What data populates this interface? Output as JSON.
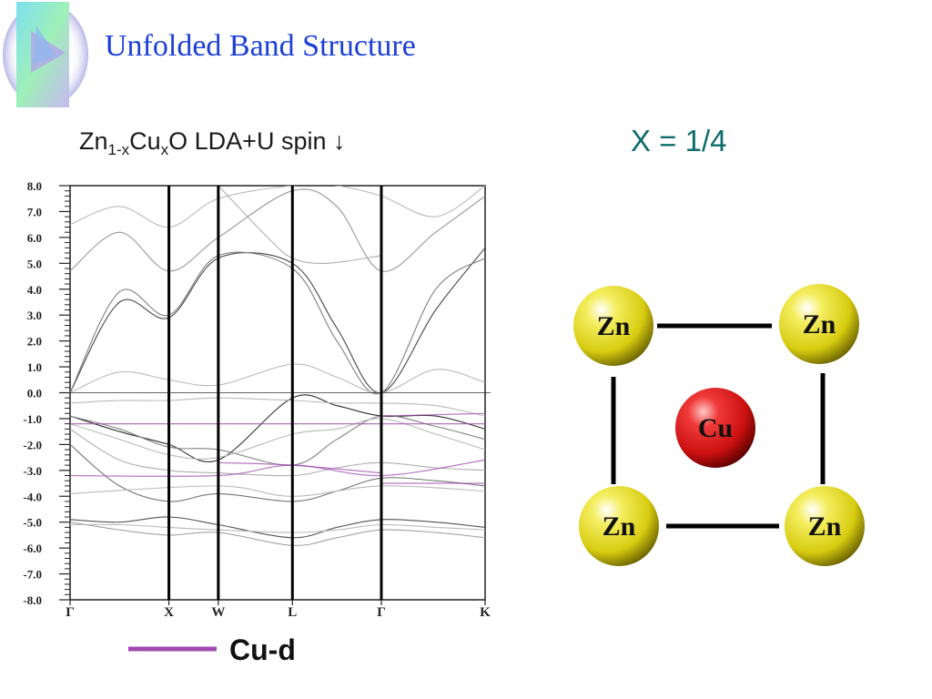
{
  "slide": {
    "title": "Unfolded Band Structure",
    "subtitle_parts": [
      "Zn",
      "1-x",
      "Cu",
      "x",
      "O LDA+U spin ↓"
    ],
    "concentration_label": "X = 1/4"
  },
  "colors": {
    "title": "#1b3fd8",
    "concentration": "#0f6b6b",
    "cu_d": "#a04ab0",
    "zn_atom": "#e6dc1e",
    "cu_atom": "#dd1f1f"
  },
  "chart_data": {
    "type": "line",
    "ylim": [
      -8.0,
      8.0
    ],
    "yticks": [
      8.0,
      7.0,
      6.0,
      5.0,
      4.0,
      3.0,
      2.0,
      1.0,
      0.0,
      -1.0,
      -2.0,
      -3.0,
      -4.0,
      -5.0,
      -6.0,
      -7.0,
      -8.0
    ],
    "ytick_labels": [
      "8.0",
      "7.0",
      "6.0",
      "5.0",
      "4.0",
      "3.0",
      "2.0",
      "1.0",
      "0.0",
      "-1.0",
      "-2.0",
      "-3.0",
      "-4.0",
      "-5.0",
      "-6.0",
      "-7.0",
      "-8.0"
    ],
    "kpoints": [
      "Γ",
      "X",
      "W",
      "L",
      "Γ",
      "K"
    ],
    "kpoint_positions": [
      0,
      1,
      1.5,
      2.25,
      3.15,
      4.2
    ],
    "fermi_level": 0.0,
    "legend": [
      {
        "label": "Cu-d",
        "color": "#a04ab0"
      }
    ],
    "grid": false,
    "series": [
      {
        "x": [
          0,
          0.5,
          1,
          1.5,
          2.25,
          2.7,
          3.15,
          3.7,
          4.2
        ],
        "y": [
          -0.9,
          -1.5,
          -2.0,
          -2.6,
          -0.2,
          -0.5,
          -0.9,
          -0.9,
          -1.4
        ],
        "weight": 0.9
      },
      {
        "x": [
          0,
          0.5,
          1,
          1.5,
          2.25,
          2.7,
          3.15,
          3.7,
          4.2
        ],
        "y": [
          -0.9,
          -1.4,
          -2.1,
          -2.2,
          -2.8,
          -1.8,
          -0.9,
          -1.3,
          -1.8
        ],
        "weight": 0.55
      },
      {
        "x": [
          0,
          0.5,
          1,
          1.5,
          2.25,
          2.7,
          3.15,
          3.7,
          4.2
        ],
        "y": [
          -2.0,
          -3.6,
          -4.2,
          -3.9,
          -4.2,
          -3.8,
          -3.3,
          -3.4,
          -3.6
        ],
        "weight": 0.6
      },
      {
        "x": [
          0,
          0.5,
          1,
          1.5,
          2.25,
          2.7,
          3.15,
          3.7,
          4.2
        ],
        "y": [
          -1.4,
          -2.6,
          -3.0,
          -3.1,
          -3.2,
          -2.9,
          -2.7,
          -2.9,
          -3.0
        ],
        "weight": 0.35
      },
      {
        "x": [
          0,
          0.5,
          1,
          1.5,
          2.25,
          2.7,
          3.15,
          3.7,
          4.2
        ],
        "y": [
          -4.9,
          -5.0,
          -4.8,
          -5.1,
          -5.6,
          -5.2,
          -4.9,
          -5.0,
          -5.2
        ],
        "weight": 0.75
      },
      {
        "x": [
          0,
          0.5,
          1,
          1.5,
          2.25,
          2.7,
          3.15,
          3.7,
          4.2
        ],
        "y": [
          -5.0,
          -5.3,
          -5.5,
          -5.4,
          -5.9,
          -5.6,
          -5.3,
          -5.4,
          -5.6
        ],
        "weight": 0.4
      },
      {
        "x": [
          0,
          0.5,
          1,
          1.5,
          2.25,
          2.7,
          3.15,
          3.7,
          4.2
        ],
        "y": [
          -5.1,
          -5.1,
          -5.2,
          -5.3,
          -5.4,
          -5.3,
          -5.1,
          -5.2,
          -5.3
        ],
        "weight": 0.3
      },
      {
        "x": [
          0,
          0.5,
          1,
          1.5,
          2.25,
          2.7,
          3.15,
          3.7,
          4.2
        ],
        "y": [
          0.0,
          3.5,
          2.9,
          5.2,
          5.0,
          2.5,
          0.0,
          3.2,
          5.6
        ],
        "weight": 0.8
      },
      {
        "x": [
          0,
          0.5,
          1,
          1.5,
          2.25,
          2.7,
          3.15,
          3.7,
          4.2
        ],
        "y": [
          0.0,
          3.9,
          3.0,
          5.3,
          4.8,
          2.0,
          0.0,
          4.0,
          5.2
        ],
        "weight": 0.55
      },
      {
        "x": [
          0,
          0.5,
          1,
          1.5,
          2.25,
          2.7,
          3.15,
          3.7,
          4.2
        ],
        "y": [
          4.7,
          6.2,
          4.7,
          6.0,
          7.8,
          7.2,
          4.7,
          6.2,
          7.6
        ],
        "weight": 0.45
      },
      {
        "x": [
          0,
          0.5,
          1,
          1.5,
          2.25,
          2.7,
          3.15,
          3.7,
          4.2
        ],
        "y": [
          6.5,
          7.2,
          6.4,
          7.5,
          8.0,
          8.0,
          7.6,
          6.8,
          8.0
        ],
        "weight": 0.3
      },
      {
        "x": [
          0,
          0.5,
          1,
          1.5,
          2.25,
          2.7,
          3.15,
          3.7,
          4.2
        ],
        "y": [
          0.0,
          0.8,
          0.5,
          0.3,
          1.1,
          0.6,
          0.0,
          0.9,
          0.4
        ],
        "weight": 0.3
      },
      {
        "x": [
          0,
          0.5,
          1,
          1.5,
          2.25,
          2.7,
          3.15,
          3.7,
          4.2
        ],
        "y": [
          -0.4,
          -0.3,
          -0.3,
          -0.2,
          -0.3,
          -0.4,
          -0.4,
          -0.5,
          -0.9
        ],
        "weight": 0.3
      },
      {
        "x": [
          0,
          1.5,
          2.25,
          3.15,
          4.2
        ],
        "y": [
          -3.9,
          -3.6,
          -4.0,
          -3.6,
          -3.8
        ],
        "weight": 0.3
      },
      {
        "x": [
          0,
          0.5,
          1,
          1.5,
          2.25,
          2.7,
          3.15,
          3.7,
          4.2
        ],
        "y": [
          -1.2,
          -1.8,
          -2.4,
          -2.5,
          -1.6,
          -1.4,
          -1.0,
          -1.6,
          -2.2
        ],
        "weight": 0.3
      },
      {
        "x": [
          1.5,
          2.0,
          2.25,
          2.6,
          3.15
        ],
        "y": [
          8.0,
          6.0,
          5.2,
          5.0,
          5.3
        ],
        "weight": 0.35
      }
    ],
    "cu_d_bands": [
      {
        "x": [
          0,
          4.2
        ],
        "y": [
          -1.2,
          -1.2
        ],
        "note": "Cu-d"
      },
      {
        "x": [
          0,
          1.5,
          2.25,
          3.15,
          4.2
        ],
        "y": [
          -3.2,
          -3.2,
          -2.8,
          -3.2,
          -2.6
        ]
      },
      {
        "x": [
          1.5,
          2.25,
          3.15
        ],
        "y": [
          -2.7,
          -2.8,
          -3.1
        ]
      },
      {
        "x": [
          3.15,
          4.2
        ],
        "y": [
          -0.9,
          -0.8
        ]
      },
      {
        "x": [
          3.15,
          4.2
        ],
        "y": [
          -3.5,
          -3.5
        ]
      }
    ]
  },
  "lattice": {
    "atoms": [
      {
        "label": "Zn",
        "kind": "zn"
      },
      {
        "label": "Zn",
        "kind": "zn"
      },
      {
        "label": "Cu",
        "kind": "cu"
      },
      {
        "label": "Zn",
        "kind": "zn"
      },
      {
        "label": "Zn",
        "kind": "zn"
      }
    ]
  }
}
